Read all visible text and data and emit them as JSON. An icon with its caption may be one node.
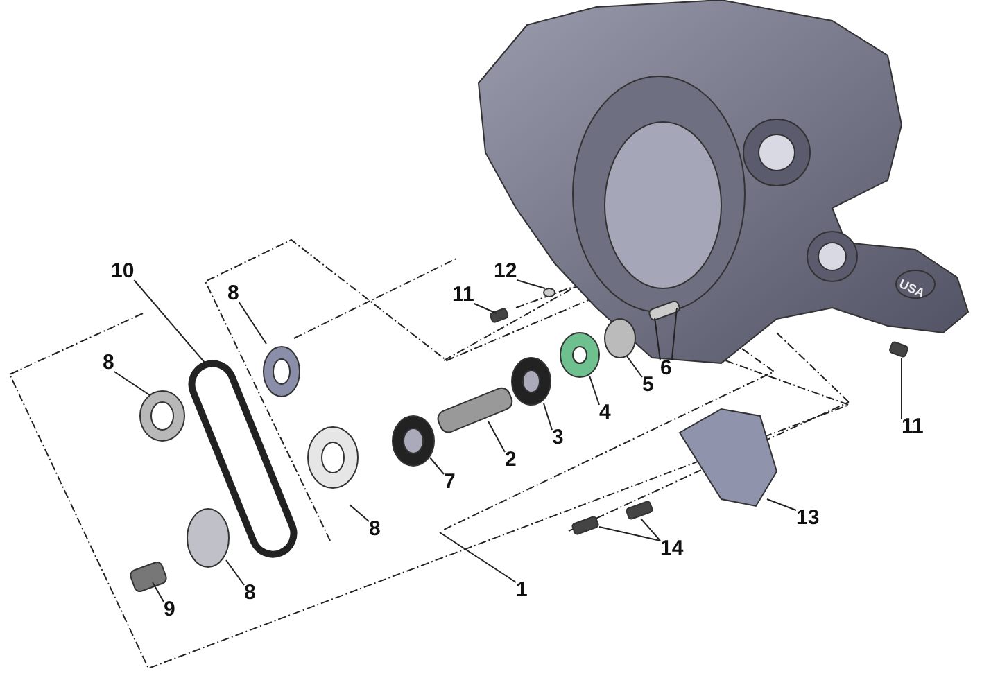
{
  "diagram": {
    "nodes": [
      {
        "text": [
          "10"
        ]
      },
      {
        "text": [
          "8"
        ]
      },
      {
        "text": [
          "12"
        ]
      },
      {
        "text": [
          "11"
        ]
      },
      {
        "text": [
          "8"
        ]
      },
      {
        "text": [
          "6"
        ]
      },
      {
        "text": [
          "5"
        ]
      },
      {
        "text": [
          "4"
        ]
      },
      {
        "text": [
          "3"
        ]
      },
      {
        "text": [
          "2"
        ]
      },
      {
        "text": [
          "7"
        ]
      },
      {
        "text": [
          "8"
        ]
      },
      {
        "text": [
          "11"
        ]
      },
      {
        "text": [
          "13"
        ]
      },
      {
        "text": [
          "14"
        ]
      },
      {
        "text": [
          "1"
        ]
      },
      {
        "text": [
          "8"
        ]
      },
      {
        "text": [
          "9"
        ]
      }
    ],
    "edges": [
      {
        "from": 0,
        "to": null,
        "arrow": "none"
      },
      {
        "from": 1,
        "to": null,
        "arrow": "none"
      },
      {
        "from": 2,
        "to": null,
        "arrow": "none"
      },
      {
        "from": 3,
        "to": null,
        "arrow": "none"
      },
      {
        "from": 4,
        "to": null,
        "arrow": "none"
      },
      {
        "from": 5,
        "to": null,
        "arrow": "none"
      },
      {
        "from": 5,
        "to": null,
        "arrow": "none"
      },
      {
        "from": 6,
        "to": null,
        "arrow": "none"
      },
      {
        "from": 7,
        "to": null,
        "arrow": "none"
      },
      {
        "from": 8,
        "to": null,
        "arrow": "none"
      },
      {
        "from": 9,
        "to": null,
        "arrow": "none"
      },
      {
        "from": 10,
        "to": null,
        "arrow": "none"
      },
      {
        "from": 11,
        "to": null,
        "arrow": "none"
      },
      {
        "from": 12,
        "to": null,
        "arrow": "none"
      },
      {
        "from": 13,
        "to": null,
        "arrow": "none"
      },
      {
        "from": 14,
        "to": null,
        "arrow": "none"
      },
      {
        "from": 14,
        "to": null,
        "arrow": "none"
      },
      {
        "from": 15,
        "to": null,
        "arrow": "none"
      },
      {
        "from": 16,
        "to": null,
        "arrow": "none"
      },
      {
        "from": 17,
        "to": null,
        "arrow": "none"
      }
    ],
    "labels": [
      "USA"
    ]
  }
}
